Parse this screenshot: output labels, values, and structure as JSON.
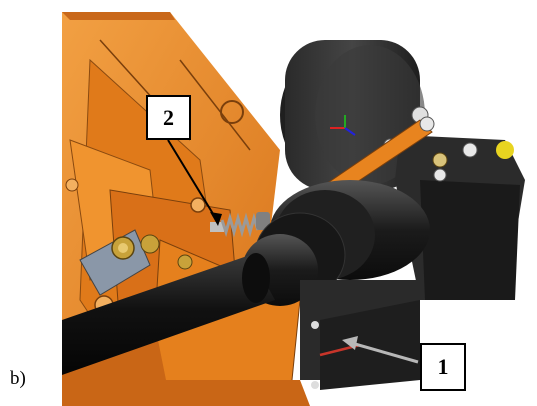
{
  "figure": {
    "panel_label": "b)",
    "callouts": [
      {
        "id": "2"
      },
      {
        "id": "1"
      }
    ]
  },
  "colors": {
    "housing_orange": "#e8841f",
    "housing_shadow": "#b35f10",
    "gearbox_dark": "#2d2d2d",
    "shaft_black": "#151515",
    "spring_grey": "#a8a8a8"
  }
}
